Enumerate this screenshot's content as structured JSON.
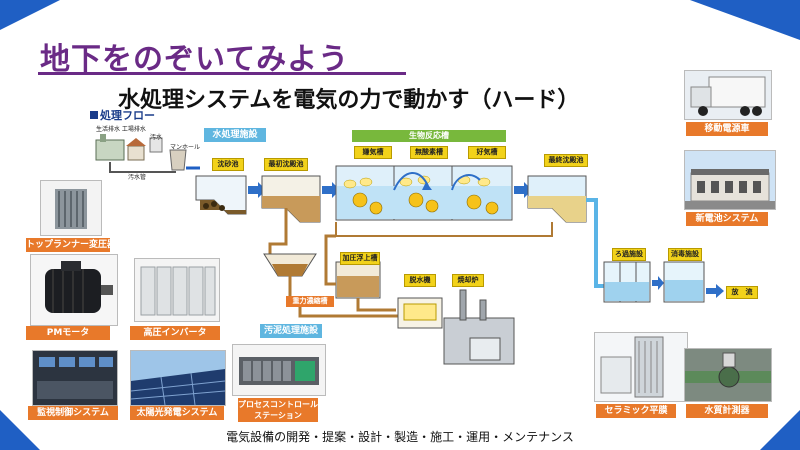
{
  "title": "地下をのぞいてみよう",
  "subtitle": "水処理システムを電気の力で動かす（ハード）",
  "flow_label": "処理フロー",
  "sections": {
    "water_treatment": "水処理施設",
    "sludge_treatment": "汚泥処理施設",
    "bio_reactor": "生物反応槽"
  },
  "reactor_stages": [
    "嫌気槽",
    "無酸素槽",
    "好気槽"
  ],
  "tanks": {
    "grit": "沈砂池",
    "primary": "最初沈殿池",
    "final": "最終沈殿池",
    "sand_filter": "ろ過施設",
    "disinfection": "消毒施設",
    "discharge": "放　流",
    "gravity_thickener": "重力濃縮槽",
    "flotation_thickener": "加圧浮上槽",
    "dewatering": "脱水機",
    "incinerator": "焼却炉"
  },
  "sources": {
    "domestic_industrial": "生活排水 工場排水",
    "sewage": "汚水",
    "manhole": "マンホール",
    "sewer_pipe": "汚水管"
  },
  "equipment": {
    "transformer": "トップランナー変圧器",
    "pm_motor": "PMモータ",
    "hv_inverter": "高圧インバータ",
    "monitoring": "監視制御システム",
    "solar": "太陽光発電システム",
    "process_controller": "プロセスコントロール\nステーション",
    "mobile_power": "移動電源車",
    "substation": "新電池システム",
    "ceramic_membrane": "セラミック平膜",
    "flow_meter": "水質計測器"
  },
  "footer": "電気設備の開発・提案・設計・製造・施工・運用・メンテナンス",
  "colors": {
    "title": "#6a2a86",
    "accent_blue": "#1f5fc4",
    "orange_label": "#e8792a",
    "teal_label": "#5fb6e0",
    "green_label": "#78b83c",
    "water": "#5ab4e6",
    "sludge": "#b07a34"
  }
}
